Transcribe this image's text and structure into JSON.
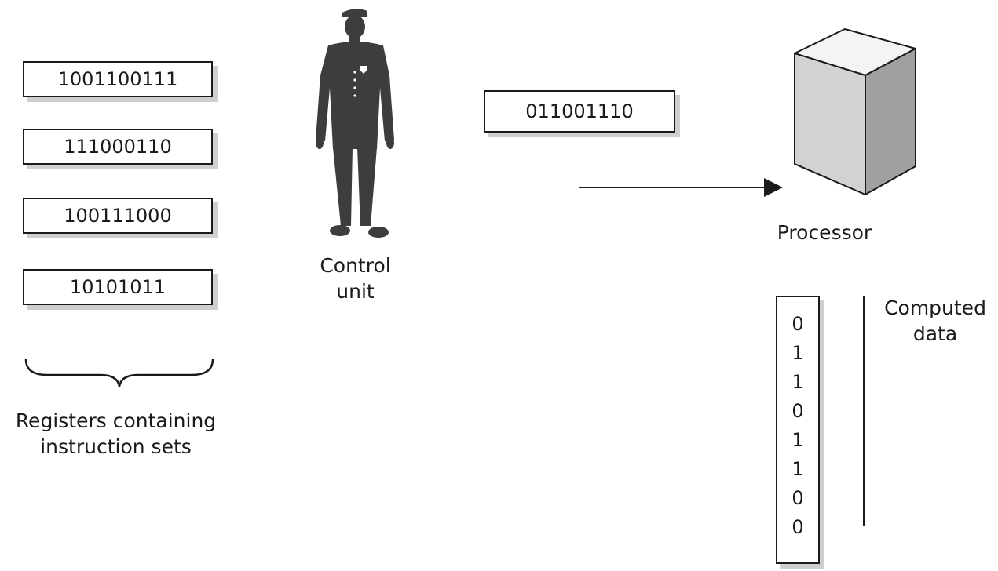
{
  "registers": [
    "1001100111",
    "111000110",
    "100111000",
    "10101011"
  ],
  "registers_label": [
    "Registers containing",
    "instruction sets"
  ],
  "control_unit_label": [
    "Control",
    "unit"
  ],
  "current_instruction": "011001110",
  "processor_label": "Processor",
  "computed_bits": [
    "0",
    "1",
    "1",
    "0",
    "1",
    "1",
    "0",
    "0"
  ],
  "computed_label": [
    "Computed",
    "data"
  ]
}
